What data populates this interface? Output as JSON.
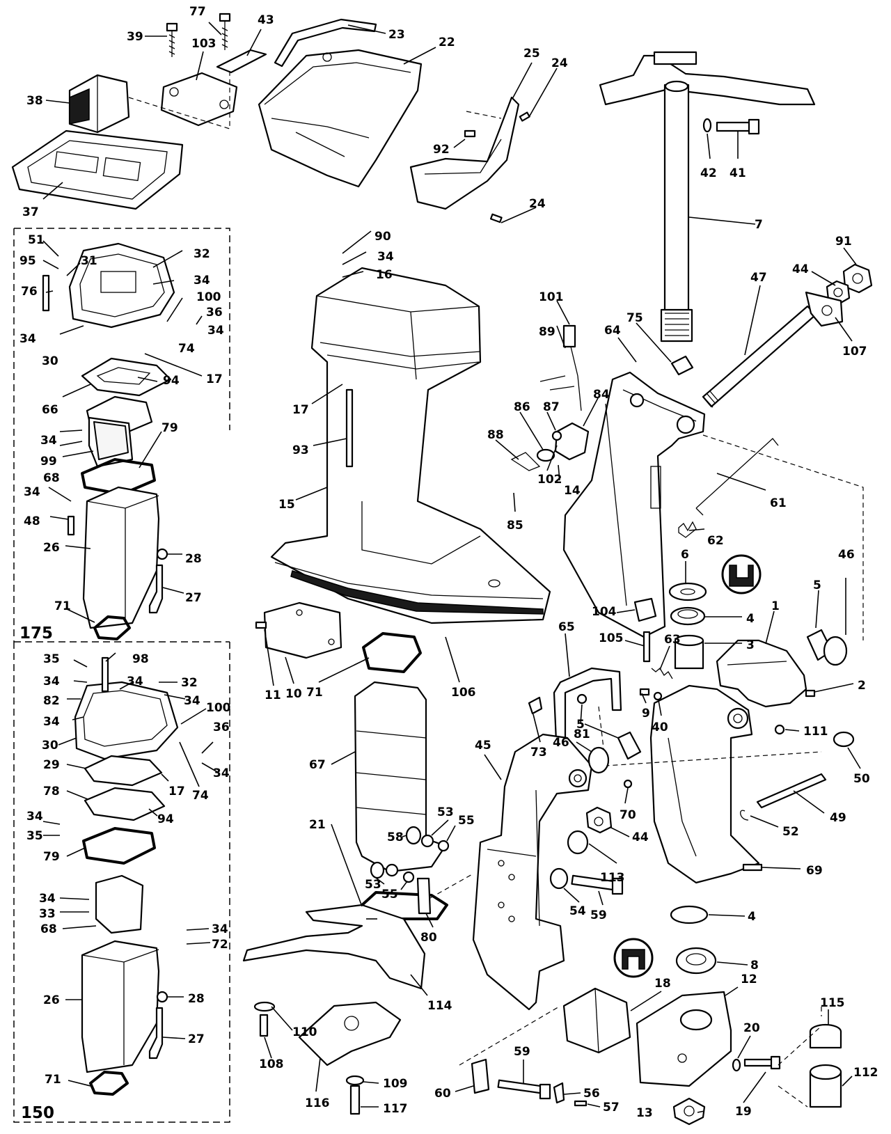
{
  "section_labels": {
    "upper": "175",
    "lower": "150"
  },
  "callouts": [
    "39",
    "77",
    "43",
    "23",
    "22",
    "103",
    "38",
    "37",
    "25",
    "24",
    "92",
    "24",
    "42",
    "41",
    "7",
    "91",
    "44",
    "47",
    "107",
    "51",
    "95",
    "31",
    "32",
    "34",
    "76",
    "100",
    "36",
    "34",
    "34",
    "74",
    "30",
    "17",
    "94",
    "66",
    "34",
    "99",
    "68",
    "79",
    "34",
    "48",
    "26",
    "28",
    "27",
    "71",
    "90",
    "34",
    "16",
    "17",
    "93",
    "15",
    "101",
    "89",
    "64",
    "75",
    "84",
    "87",
    "86",
    "88",
    "102",
    "14",
    "85",
    "61",
    "62",
    "6",
    "46",
    "5",
    "4",
    "104",
    "3",
    "105",
    "63",
    "1",
    "2",
    "65",
    "9",
    "40",
    "81",
    "73",
    "111",
    "50",
    "49",
    "52",
    "10",
    "11",
    "71",
    "106",
    "67",
    "21",
    "45",
    "46",
    "5",
    "70",
    "44",
    "69",
    "113",
    "53",
    "58",
    "55",
    "53",
    "55",
    "54",
    "59",
    "80",
    "114",
    "4",
    "8",
    "35",
    "98",
    "34",
    "34",
    "32",
    "34",
    "82",
    "34",
    "100",
    "36",
    "30",
    "29",
    "17",
    "74",
    "34",
    "78",
    "94",
    "34",
    "35",
    "79",
    "34",
    "33",
    "34",
    "68",
    "72",
    "26",
    "28",
    "27",
    "71",
    "18",
    "12",
    "20",
    "115",
    "110",
    "108",
    "116",
    "109",
    "117",
    "60",
    "59",
    "56",
    "57",
    "13",
    "19",
    "112"
  ]
}
